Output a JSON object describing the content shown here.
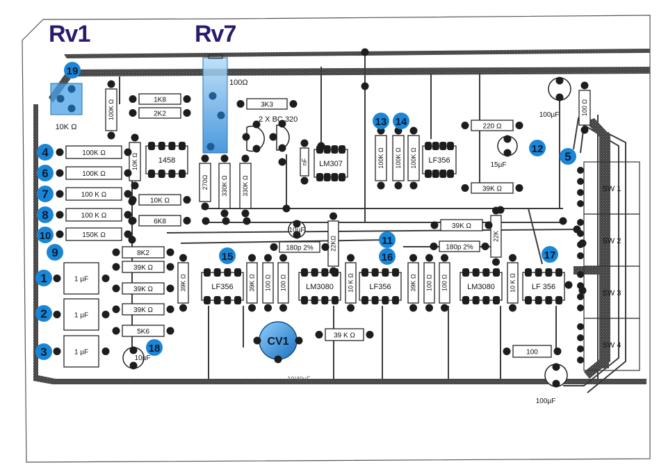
{
  "headings": {
    "rv1": "Rv1",
    "rv7": "Rv7"
  },
  "colors": {
    "marker": "#1a86d6",
    "marker_text": "#0b1a33",
    "heading": "#2a1a6e",
    "trace": "#3a3a3a",
    "highlight": "#4aa3e8"
  },
  "markers": [
    {
      "id": "19",
      "label": "19"
    },
    {
      "id": "4",
      "label": "4"
    },
    {
      "id": "6",
      "label": "6"
    },
    {
      "id": "7",
      "label": "7"
    },
    {
      "id": "8",
      "label": "8"
    },
    {
      "id": "10",
      "label": "10"
    },
    {
      "id": "9",
      "label": "9"
    },
    {
      "id": "1",
      "label": "1"
    },
    {
      "id": "2",
      "label": "2"
    },
    {
      "id": "3",
      "label": "3"
    },
    {
      "id": "18",
      "label": "18"
    },
    {
      "id": "15",
      "label": "15"
    },
    {
      "id": "11",
      "label": "11"
    },
    {
      "id": "16",
      "label": "16"
    },
    {
      "id": "13",
      "label": "13"
    },
    {
      "id": "14",
      "label": "14"
    },
    {
      "id": "12",
      "label": "12"
    },
    {
      "id": "5",
      "label": "5"
    },
    {
      "id": "17",
      "label": "17"
    }
  ],
  "pots": {
    "rv1_value": "10K Ω",
    "rv7_value": "100Ω",
    "cv1_label": "CV1"
  },
  "resistors": [
    {
      "name": "r-100k-4",
      "value": "100K Ω"
    },
    {
      "name": "r-100k-6",
      "value": "100K Ω"
    },
    {
      "name": "r-100k-7",
      "value": "100 K Ω"
    },
    {
      "name": "r-100k-8",
      "value": "100 K Ω"
    },
    {
      "name": "r-150k",
      "value": "150K Ω"
    },
    {
      "name": "r-1k8",
      "value": "1K8"
    },
    {
      "name": "r-2k2",
      "value": "2K2"
    },
    {
      "name": "r-100k-v",
      "value": "100K Ω"
    },
    {
      "name": "r-10k-v",
      "value": "10K Ω"
    },
    {
      "name": "r-10k-h",
      "value": "10K Ω"
    },
    {
      "name": "r-6k8",
      "value": "6K8"
    },
    {
      "name": "r-8k2",
      "value": "8K2"
    },
    {
      "name": "r-39k-1",
      "value": "39K Ω"
    },
    {
      "name": "r-39k-2",
      "value": "39K Ω"
    },
    {
      "name": "r-39k-3",
      "value": "39K Ω"
    },
    {
      "name": "r-5k6",
      "value": "5K6"
    },
    {
      "name": "r-3k3",
      "value": "3K3"
    },
    {
      "name": "r-270",
      "value": "270Ω"
    },
    {
      "name": "r-330k-1",
      "value": "330K Ω"
    },
    {
      "name": "r-330k-2",
      "value": "330K Ω"
    },
    {
      "name": "r-100k-13",
      "value": "100K Ω"
    },
    {
      "name": "r-100k-14",
      "value": "100K Ω"
    },
    {
      "name": "r-100k-c",
      "value": "100K Ω"
    },
    {
      "name": "r-220",
      "value": "220 Ω"
    },
    {
      "name": "r-39k-top",
      "value": "39K Ω"
    },
    {
      "name": "r-39k-mid",
      "value": "39K Ω"
    },
    {
      "name": "r-22k-1",
      "value": "22KΩ"
    },
    {
      "name": "r-22k-2",
      "value": "22K"
    },
    {
      "name": "r-39k-v1",
      "value": "39K Ω"
    },
    {
      "name": "r-39k-v2",
      "value": "39K Ω"
    },
    {
      "name": "r-100-1",
      "value": "100 Ω"
    },
    {
      "name": "r-100-2",
      "value": "100 Ω"
    },
    {
      "name": "r-10k-v2",
      "value": "10 K Ω"
    },
    {
      "name": "r-39k-v3",
      "value": "39K Ω"
    },
    {
      "name": "r-100-3",
      "value": "100 Ω"
    },
    {
      "name": "r-100-4",
      "value": "100 Ω"
    },
    {
      "name": "r-10k-v3",
      "value": "10 K Ω"
    },
    {
      "name": "r-19k",
      "value": "39 K Ω"
    },
    {
      "name": "r-100",
      "value": "100"
    },
    {
      "name": "r-30-right",
      "value": "100 Ω"
    }
  ],
  "capacitors": [
    {
      "name": "c-1uf-1",
      "value": "1 µF"
    },
    {
      "name": "c-1uf-2",
      "value": "1 µF"
    },
    {
      "name": "c-1uf-3",
      "value": "1 µF"
    },
    {
      "name": "c-10uf-18",
      "value": "10µF"
    },
    {
      "name": "c-nf",
      "value": "nF"
    },
    {
      "name": "c-100uf-top",
      "value": "100µF"
    },
    {
      "name": "c-15uf",
      "value": "15µF"
    },
    {
      "name": "c-10uf-mid",
      "value": "10µF"
    },
    {
      "name": "c-180p-1",
      "value": "180p 2%"
    },
    {
      "name": "c-180p-2",
      "value": "180p 2%"
    },
    {
      "name": "c-100uf-bottom",
      "value": "100µF"
    },
    {
      "name": "c-bus",
      "value": "10/40µF"
    }
  ],
  "ics": [
    {
      "name": "ic-1458",
      "label": "1458"
    },
    {
      "name": "ic-lm307",
      "label": "LM307"
    },
    {
      "name": "ic-lf356-top",
      "label": "LF356"
    },
    {
      "name": "ic-lf356-1",
      "label": "LF356"
    },
    {
      "name": "ic-lm3080-1",
      "label": "LM3080"
    },
    {
      "name": "ic-lf356-2",
      "label": "LF356"
    },
    {
      "name": "ic-lm3080-2",
      "label": "LM3080"
    },
    {
      "name": "ic-lf356-3",
      "label": "LF 356"
    }
  ],
  "transistors": {
    "label": "2 X BC 320"
  },
  "switches": [
    {
      "label": "SW 1"
    },
    {
      "label": "SW 2"
    },
    {
      "label": "SW 3"
    },
    {
      "label": "SW 4"
    }
  ]
}
